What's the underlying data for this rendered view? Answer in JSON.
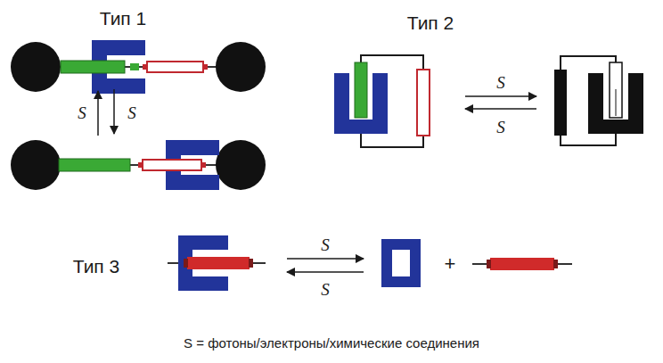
{
  "diagram": {
    "caption": "S = фотоны/электроны/химические соединения",
    "labels": [
      "Тип 1",
      "Тип 2",
      "S",
      "S",
      "S",
      "S",
      "Тип 3",
      "S",
      "S",
      "+"
    ]
  }
}
